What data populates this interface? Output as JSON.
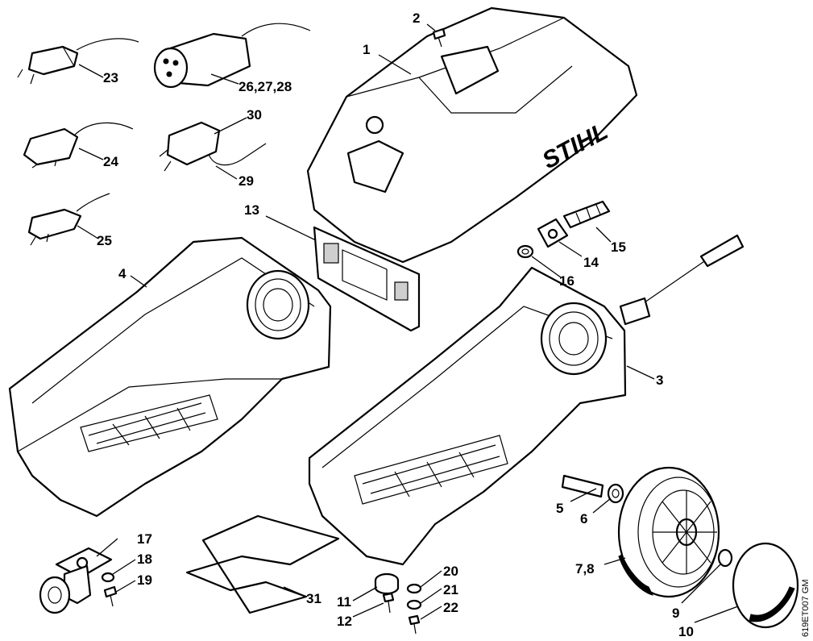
{
  "diagram": {
    "drawing_code": "619ET007 GM",
    "brand_text": "STIHL",
    "callouts": [
      {
        "id": "c1",
        "text": "1"
      },
      {
        "id": "c2",
        "text": "2"
      },
      {
        "id": "c3",
        "text": "3"
      },
      {
        "id": "c4",
        "text": "4"
      },
      {
        "id": "c5",
        "text": "5"
      },
      {
        "id": "c6",
        "text": "6"
      },
      {
        "id": "c78",
        "text": "7,8"
      },
      {
        "id": "c9",
        "text": "9"
      },
      {
        "id": "c10",
        "text": "10"
      },
      {
        "id": "c11",
        "text": "11"
      },
      {
        "id": "c12",
        "text": "12"
      },
      {
        "id": "c13",
        "text": "13"
      },
      {
        "id": "c14",
        "text": "14"
      },
      {
        "id": "c15",
        "text": "15"
      },
      {
        "id": "c16",
        "text": "16"
      },
      {
        "id": "c17",
        "text": "17"
      },
      {
        "id": "c18",
        "text": "18"
      },
      {
        "id": "c19",
        "text": "19"
      },
      {
        "id": "c20",
        "text": "20"
      },
      {
        "id": "c21",
        "text": "21"
      },
      {
        "id": "c22",
        "text": "22"
      },
      {
        "id": "c23",
        "text": "23"
      },
      {
        "id": "c24",
        "text": "24"
      },
      {
        "id": "c25",
        "text": "25"
      },
      {
        "id": "c262728",
        "text": "26,27,28"
      },
      {
        "id": "c29",
        "text": "29"
      },
      {
        "id": "c30",
        "text": "30"
      },
      {
        "id": "c31",
        "text": "31"
      }
    ]
  }
}
